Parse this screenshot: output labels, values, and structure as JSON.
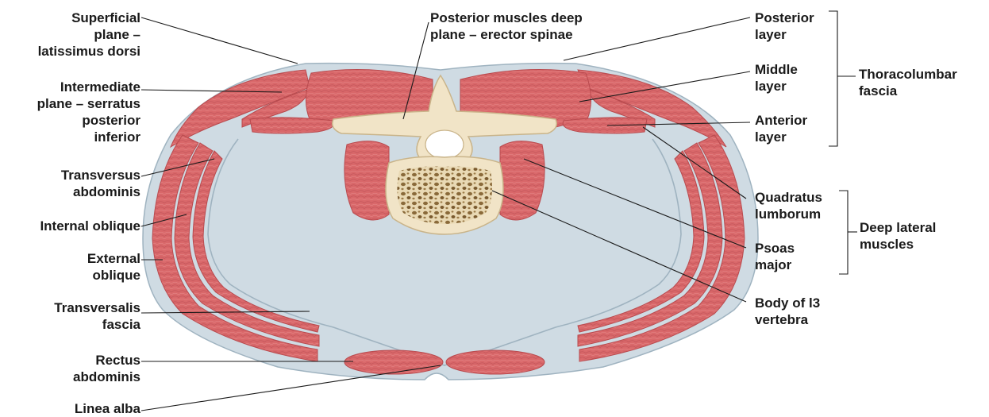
{
  "labels": {
    "superficial": "Superficial\nplane –\nlatissimus dorsi",
    "intermediate": "Intermediate\nplane – serratus\nposterior\ninferior",
    "transversus": "Transversus\nabdominis",
    "internal_oblique": "Internal oblique",
    "external_oblique": "External\noblique",
    "transversalis": "Transversalis\nfascia",
    "rectus": "Rectus\nabdominis",
    "linea_alba": "Linea alba",
    "posterior_deep": "Posterior muscles deep\nplane – erector spinae",
    "posterior_layer": "Posterior\nlayer",
    "middle_layer": "Middle\nlayer",
    "anterior_layer": "Anterior\nlayer",
    "thoracolumbar": "Thoracolumbar\nfascia",
    "quadratus": "Quadratus\nlumborum",
    "psoas": "Psoas\nmajor",
    "deep_lateral": "Deep lateral\nmuscles",
    "body_l3": "Body of l3\nvertebra"
  },
  "colors": {
    "muscle": "#d9686a",
    "muscle_dark": "#b94a4e",
    "fascia": "#cfdbe3",
    "fascia_edge": "#9fb3c0",
    "bone": "#f1e4c7",
    "bone_edge": "#c9b48a",
    "spongy": "#8a6a3a"
  }
}
